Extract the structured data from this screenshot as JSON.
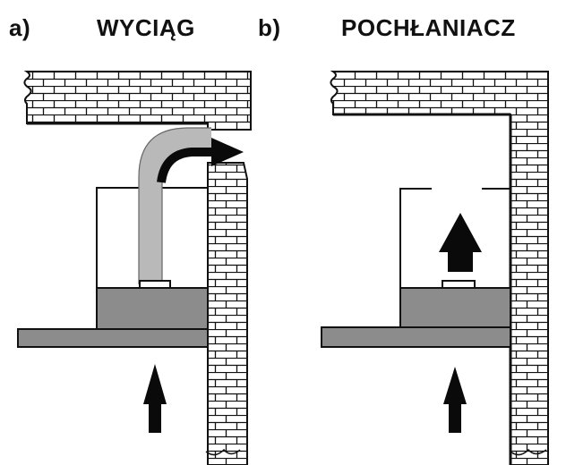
{
  "panels": [
    {
      "id": "a",
      "label": "a)",
      "title": "WYCIĄG"
    },
    {
      "id": "b",
      "label": "b)",
      "title": "POCHŁANIACZ"
    }
  ],
  "colors": {
    "line": "#111111",
    "brick_fill": "#ffffff",
    "duct": "#b9b9b9",
    "hood_body": "#8c8c8c",
    "shelf": "#8c8c8c",
    "arrow": "#0a0a0a"
  },
  "icons": [
    "brick-wall",
    "duct-pipe",
    "airflow-arrow-up",
    "airflow-arrow-out"
  ]
}
